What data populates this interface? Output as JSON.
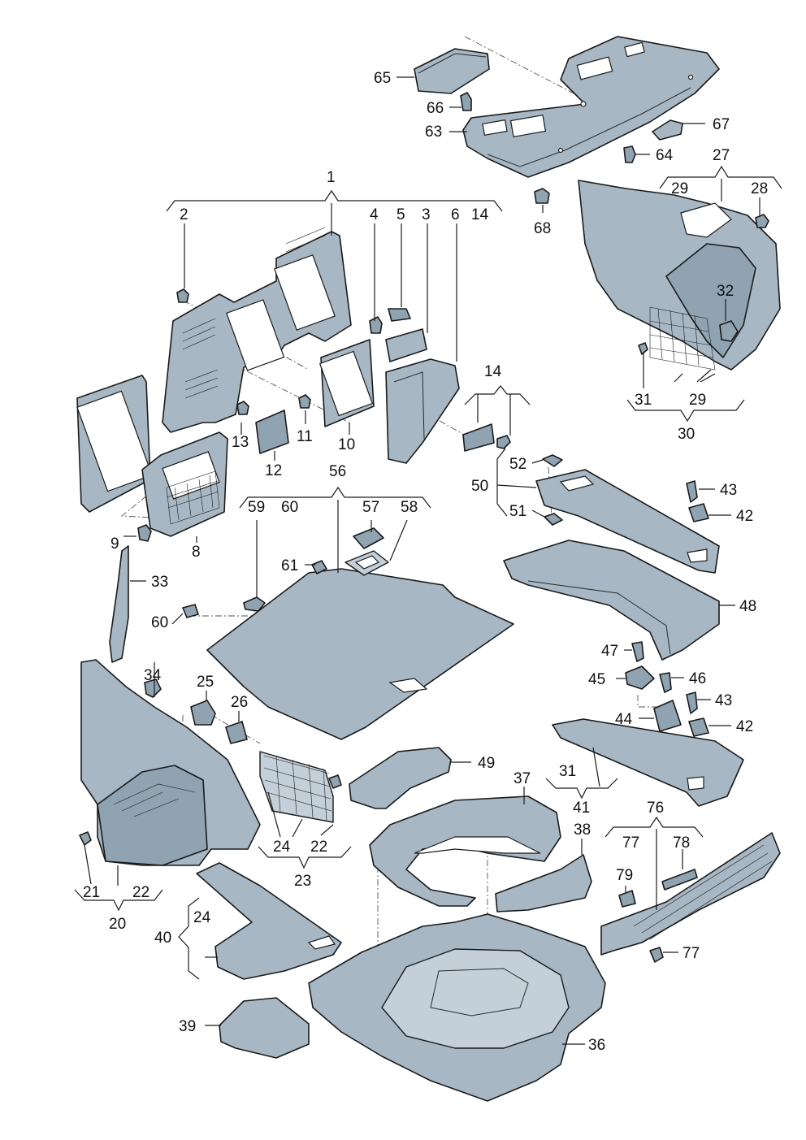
{
  "callouts": [
    {
      "id": "c1",
      "text": "1"
    },
    {
      "id": "c2",
      "text": "2"
    },
    {
      "id": "c3",
      "text": "3"
    },
    {
      "id": "c4",
      "text": "4"
    },
    {
      "id": "c5",
      "text": "5"
    },
    {
      "id": "c6",
      "text": "6"
    },
    {
      "id": "c14a",
      "text": "14"
    },
    {
      "id": "c8",
      "text": "8"
    },
    {
      "id": "c9",
      "text": "9"
    },
    {
      "id": "c10",
      "text": "10"
    },
    {
      "id": "c11",
      "text": "11"
    },
    {
      "id": "c12",
      "text": "12"
    },
    {
      "id": "c13",
      "text": "13"
    },
    {
      "id": "c14b",
      "text": "14"
    },
    {
      "id": "c20",
      "text": "20"
    },
    {
      "id": "c21",
      "text": "21"
    },
    {
      "id": "c22a",
      "text": "22"
    },
    {
      "id": "c22b",
      "text": "22"
    },
    {
      "id": "c23",
      "text": "23"
    },
    {
      "id": "c24a",
      "text": "24"
    },
    {
      "id": "c24b",
      "text": "24"
    },
    {
      "id": "c25",
      "text": "25"
    },
    {
      "id": "c26",
      "text": "26"
    },
    {
      "id": "c27",
      "text": "27"
    },
    {
      "id": "c28",
      "text": "28"
    },
    {
      "id": "c29a",
      "text": "29"
    },
    {
      "id": "c29b",
      "text": "29"
    },
    {
      "id": "c30",
      "text": "30"
    },
    {
      "id": "c31a",
      "text": "31"
    },
    {
      "id": "c31b",
      "text": "31"
    },
    {
      "id": "c32",
      "text": "32"
    },
    {
      "id": "c33",
      "text": "33"
    },
    {
      "id": "c34",
      "text": "34"
    },
    {
      "id": "c36",
      "text": "36"
    },
    {
      "id": "c37",
      "text": "37"
    },
    {
      "id": "c38",
      "text": "38"
    },
    {
      "id": "c39",
      "text": "39"
    },
    {
      "id": "c40",
      "text": "40"
    },
    {
      "id": "c41",
      "text": "41"
    },
    {
      "id": "c42a",
      "text": "42"
    },
    {
      "id": "c42b",
      "text": "42"
    },
    {
      "id": "c43a",
      "text": "43"
    },
    {
      "id": "c43b",
      "text": "43"
    },
    {
      "id": "c44",
      "text": "44"
    },
    {
      "id": "c45",
      "text": "45"
    },
    {
      "id": "c46",
      "text": "46"
    },
    {
      "id": "c47",
      "text": "47"
    },
    {
      "id": "c48",
      "text": "48"
    },
    {
      "id": "c49",
      "text": "49"
    },
    {
      "id": "c50",
      "text": "50"
    },
    {
      "id": "c51",
      "text": "51"
    },
    {
      "id": "c52",
      "text": "52"
    },
    {
      "id": "c56",
      "text": "56"
    },
    {
      "id": "c57",
      "text": "57"
    },
    {
      "id": "c58",
      "text": "58"
    },
    {
      "id": "c59",
      "text": "59"
    },
    {
      "id": "c60a",
      "text": "60"
    },
    {
      "id": "c60b",
      "text": "60"
    },
    {
      "id": "c61",
      "text": "61"
    },
    {
      "id": "c63",
      "text": "63"
    },
    {
      "id": "c64",
      "text": "64"
    },
    {
      "id": "c65",
      "text": "65"
    },
    {
      "id": "c66",
      "text": "66"
    },
    {
      "id": "c67",
      "text": "67"
    },
    {
      "id": "c68",
      "text": "68"
    },
    {
      "id": "c76",
      "text": "76"
    },
    {
      "id": "c77a",
      "text": "77"
    },
    {
      "id": "c77b",
      "text": "77"
    },
    {
      "id": "c78",
      "text": "78"
    },
    {
      "id": "c79",
      "text": "79"
    }
  ]
}
